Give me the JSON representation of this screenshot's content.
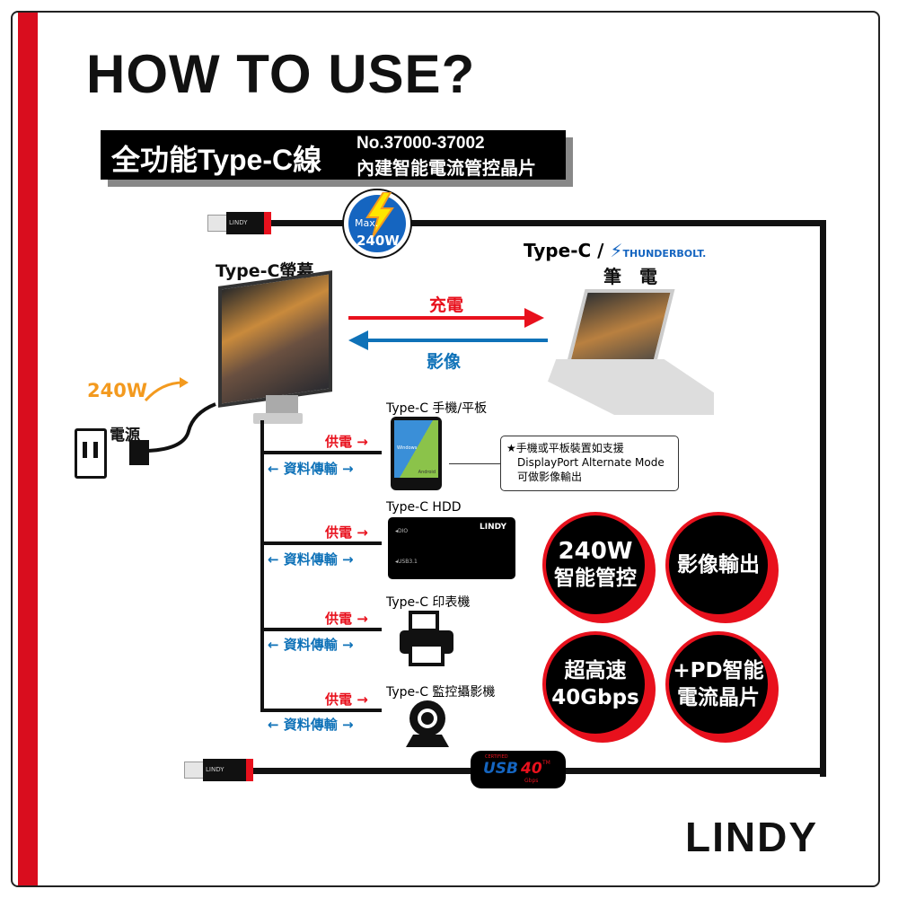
{
  "title": "HOW TO USE?",
  "banner": {
    "main": "全功能Type-C線",
    "model": "No.37000-37002",
    "subtitle": "內建智能電流管控晶片"
  },
  "badge": {
    "max": "Max.",
    "power": "240W"
  },
  "cable_brand": "LINDY",
  "monitor_label": "Type-C螢幕",
  "laptop": {
    "label": "Type-C /",
    "thunderbolt": "THUNDERBOLT.",
    "name": "筆　電"
  },
  "charge_label": "充電",
  "video_label": "影像",
  "power_in": "240W",
  "power_source": "電源",
  "supply_label": "供電",
  "data_label": "資料傳輸",
  "devices": [
    {
      "label": "Type-C 手機/平板",
      "windows": "Windows",
      "android": "Android"
    },
    {
      "label": "Type-C HDD",
      "brand": "LINDY",
      "led": "◂DIO",
      "port": "◂USB3.1"
    },
    {
      "label": "Type-C 印表機"
    },
    {
      "label": "Type-C 監控攝影機"
    }
  ],
  "note": {
    "line1": "★手機或平板裝置如支援",
    "line2": "DisplayPort Alternate Mode",
    "line3": "可做影像輸出"
  },
  "features": [
    {
      "line1": "240W",
      "line2": "智能管控"
    },
    {
      "line1": "影像輸出",
      "line2": ""
    },
    {
      "line1": "超高速",
      "line2": "40Gbps"
    },
    {
      "line1": "+PD智能",
      "line2": "電流晶片"
    }
  ],
  "usb_badge": {
    "certified": "CERTIFIED",
    "usb": "USB",
    "speed": "40",
    "tm": "TM",
    "unit": "Gbps"
  },
  "logo": "LINDY",
  "colors": {
    "red": "#e8111d",
    "blue": "#0f72b8",
    "orange": "#f39a1f",
    "badge_blue": "#1565c0"
  }
}
